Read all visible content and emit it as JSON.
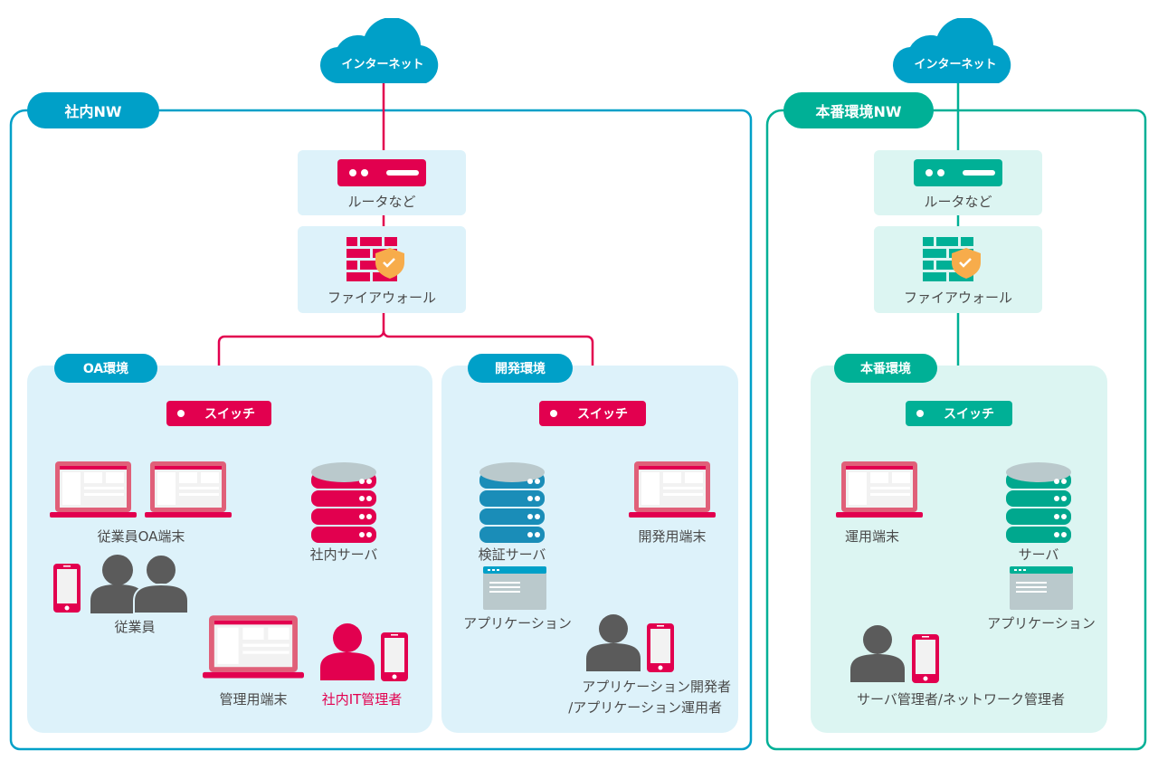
{
  "colors": {
    "office_blue": "#00a0c8",
    "prod_green": "#00b096",
    "accent_red": "#e2004f",
    "zone_bg_blue": "#ddf2fa",
    "zone_bg_green": "#dcf5f2",
    "shield_orange": "#f7ac4b",
    "person_gray": "#5b5b5b",
    "text_gray": "#4a4a4a"
  },
  "corporate_network": {
    "title": "社内NW",
    "internet_label": "インターネット",
    "router_label": "ルータなど",
    "firewall_label": "ファイアウォール",
    "oa_zone": {
      "title": "OA環境",
      "switch_label": "スイッチ",
      "employee_terminals_label": "従業員OA端末",
      "internal_server_label": "社内サーバ",
      "employees_label": "従業員",
      "admin_terminal_label": "管理用端末",
      "it_admin_label": "社内IT管理者"
    },
    "dev_zone": {
      "title": "開発環境",
      "switch_label": "スイッチ",
      "verification_server_label": "検証サーバ",
      "dev_terminal_label": "開発用端末",
      "application_label": "アプリケーション",
      "app_people_label_line1": "アプリケーション開発者",
      "app_people_label_line2": "/アプリケーション運用者"
    }
  },
  "production_network": {
    "title": "本番環境NW",
    "internet_label": "インターネット",
    "router_label": "ルータなど",
    "firewall_label": "ファイアウォール",
    "prod_zone": {
      "title": "本番環境",
      "switch_label": "スイッチ",
      "ops_terminal_label": "運用端末",
      "server_label": "サーバ",
      "application_label": "アプリケーション",
      "admin_label": "サーバ管理者/ネットワーク管理者"
    }
  }
}
